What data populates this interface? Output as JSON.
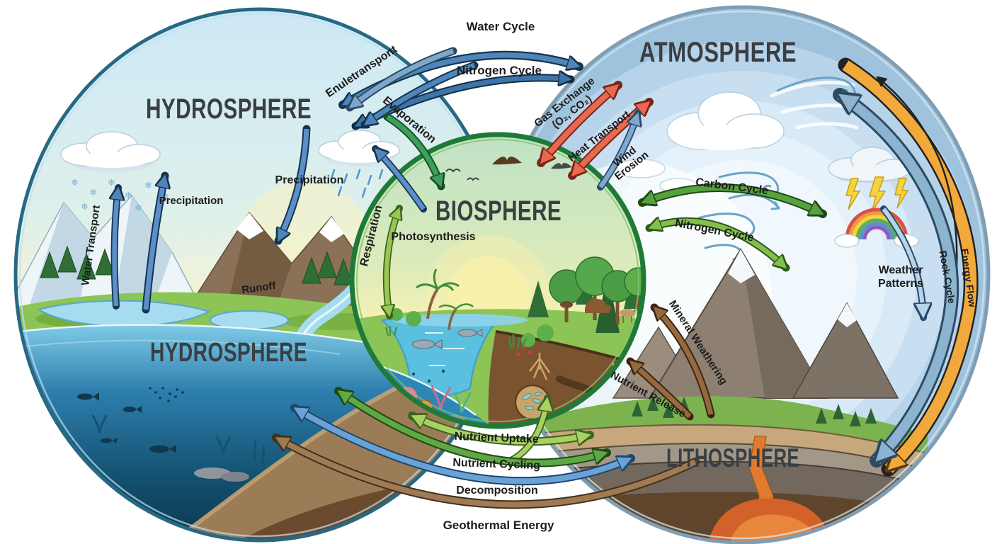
{
  "diagram": {
    "type": "earth-spheres-interaction-diagram",
    "titles": {
      "hydrosphere_top": "HYDROSPHERE",
      "hydrosphere_lower": "HYDROSPHERE",
      "atmosphere": "ATMOSPHERE",
      "biosphere": "BIOSPHERE",
      "lithosphere": "LITHOSPHERE"
    },
    "labels": {
      "water_cycle": "Water Cycle",
      "nitrogen_cycle_top": "Nitrogen Cycle",
      "evapotranspiration": "Enuletranspont",
      "evaporation": "Evaporation",
      "precipitation_center": "Precipitation",
      "precipitation_left": "Precipitation",
      "water_transport": "Water Transport",
      "runoff": "Runoff",
      "respiration": "Respiration",
      "photosynthesis": "Photosynthesis",
      "gas_exchange_line1": "Gas Exchange",
      "gas_exchange_line2": "(O₂, CO₂)",
      "heat_transport": "Heat Transport",
      "wind_erosion_line1": "Wind",
      "wind_erosion_line2": "Erosion",
      "carbon_cycle": "Carbon Cycle",
      "nitrogen_cycle_right": "Nitrogen Cycle",
      "weather_patterns_line1": "Weather",
      "weather_patterns_line2": "Patterns",
      "rock_cycle": "Rock Cycle",
      "energy_flow": "Energy Flow",
      "mineral_weathering": "Mineral Weathering",
      "nutrient_release": "Nutrient Release",
      "nutrient_uptake": "Nutrient Uptake",
      "nutrient_cycling": "Nutrient Cycling",
      "decomposition": "Decomposition",
      "geothermal_energy": "Geothermal Energy"
    },
    "colors": {
      "hydro_border": "#276884",
      "atmo_border": "#7f9db3",
      "bio_border": "#1f7a38",
      "arrow_blue": "#4e86b8",
      "arrow_green": "#3f9e58",
      "arrow_red": "#e8694f",
      "arrow_steel": "#7fa8cc",
      "arrow_brown": "#96693f",
      "band_rock": "#8cb3d0",
      "band_energy": "#f2a93b",
      "uptake_green": "#a9d162",
      "cycling_green": "#5fa845",
      "decomposition_blue": "#6aa2d8",
      "geothermal_brown": "#a07a52"
    }
  }
}
